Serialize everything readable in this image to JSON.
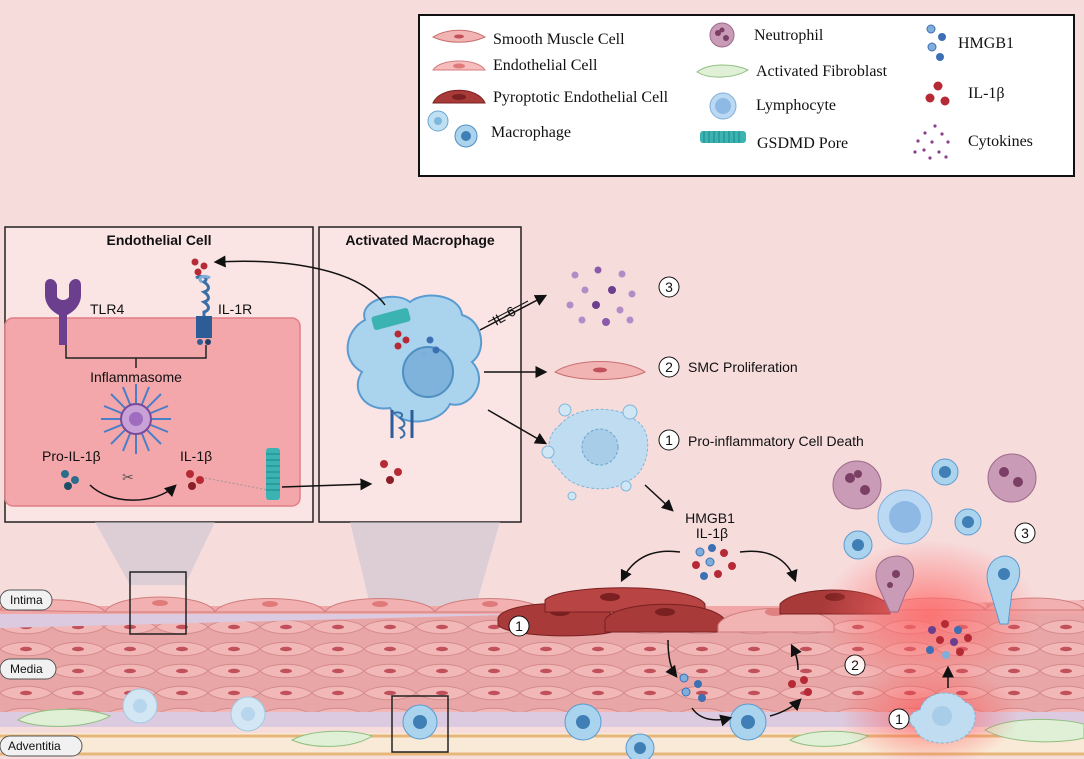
{
  "legend": {
    "smooth_muscle_cell": "Smooth Muscle Cell",
    "endothelial_cell": "Endothelial Cell",
    "pyroptotic_endothelial_cell": "Pyroptotic Endothelial Cell",
    "macrophage": "Macrophage",
    "neutrophil": "Neutrophil",
    "activated_fibroblast": "Activated Fibroblast",
    "lymphocyte": "Lymphocyte",
    "gsdmd_pore": "GSDMD Pore",
    "hmgb1": "HMGB1",
    "il1b": "IL-1β",
    "cytokines": "Cytokines"
  },
  "panels": {
    "endothelial": {
      "title": "Endothelial Cell",
      "tlr4": "TLR4",
      "il1r": "IL-1R",
      "inflammasome": "Inflammasome",
      "pro_il1b": "Pro-IL-1β",
      "il1b": "IL-1β"
    },
    "macrophage": {
      "title": "Activated Macrophage"
    }
  },
  "outcomes": {
    "il6": "IL-6",
    "n3": "3",
    "n2": "2",
    "smc": "SMC Proliferation",
    "n1": "1",
    "death": "Pro-inflammatory Cell Death",
    "hmgb1": "HMGB1",
    "il1b": "IL-1β"
  },
  "vessel": {
    "intima": "Intima",
    "media": "Media",
    "adventitia": "Adventitia",
    "n1_left": "1",
    "n2": "2",
    "n1_right": "1",
    "n3": "3"
  },
  "colors": {
    "background": "#f7dcdc",
    "endothelial": "#f5a9a9",
    "pyroptotic": "#a83a3a",
    "macrophage": "#aad3ee",
    "gsdmd": "#3bb3b3",
    "receptor_purple": "#6b3e8e",
    "il1b_red": "#b52a35",
    "hmgb1_blue": "#3d6fb5"
  }
}
